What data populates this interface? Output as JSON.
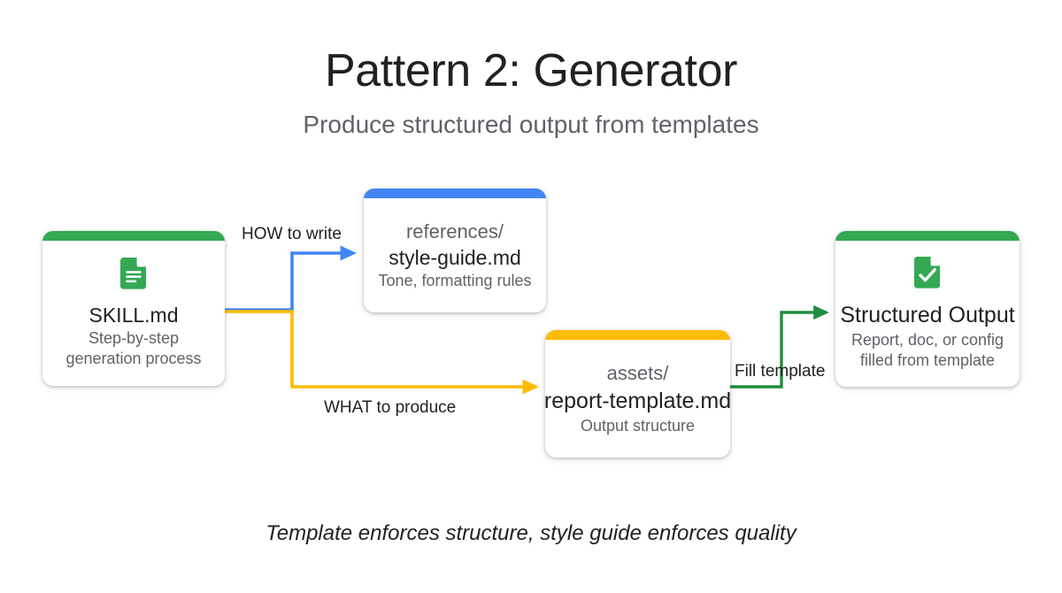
{
  "header": {
    "title": "Pattern 2: Generator",
    "subtitle": "Produce structured output from templates"
  },
  "colors": {
    "green": "#34A853",
    "blue": "#4285F4",
    "yellow": "#FBBC04",
    "text_primary": "#202124",
    "text_secondary": "#5f6368",
    "background": "#ffffff"
  },
  "nodes": {
    "skill": {
      "accent": "#34A853",
      "icon": "document-icon",
      "title": "SKILL.md",
      "desc_line1": "Step-by-step",
      "desc_line2": "generation process"
    },
    "references": {
      "accent": "#4285F4",
      "kicker": "references/",
      "title": "style-guide.md",
      "desc": "Tone, formatting rules"
    },
    "assets": {
      "accent": "#FBBC04",
      "kicker": "assets/",
      "title": "report-template.md",
      "desc": "Output structure"
    },
    "output": {
      "accent": "#34A853",
      "icon": "document-check-icon",
      "title": "Structured Output",
      "desc_line1": "Report, doc, or config",
      "desc_line2": "filled from template"
    }
  },
  "edges": [
    {
      "id": "how",
      "label": "HOW to write",
      "color": "#4285F4",
      "from": "skill",
      "to": "references"
    },
    {
      "id": "what",
      "label": "WHAT to produce",
      "color": "#FBBC04",
      "from": "skill",
      "to": "assets"
    },
    {
      "id": "fill",
      "label": "Fill template",
      "color": "#34A853",
      "from": "assets",
      "to": "output"
    }
  ],
  "footer": {
    "caption": "Template enforces structure, style guide enforces quality"
  }
}
